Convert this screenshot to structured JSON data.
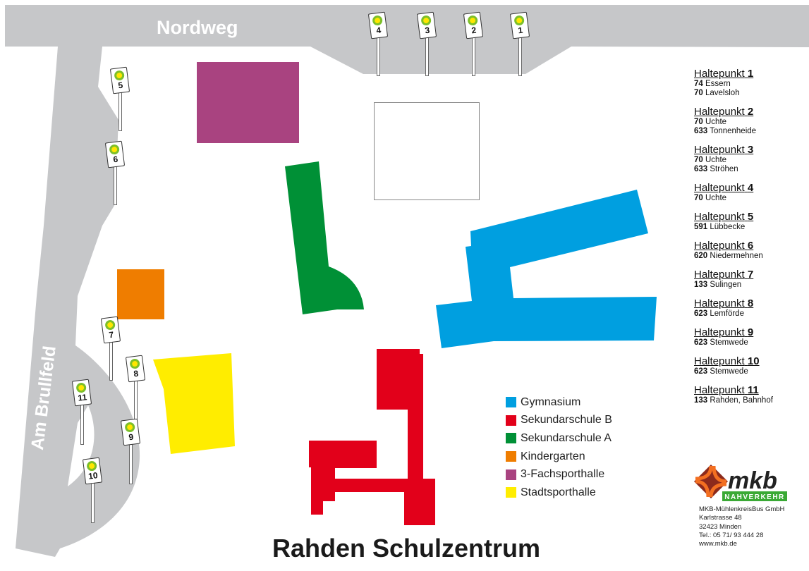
{
  "roads": {
    "north": "Nordweg",
    "west": "Am Brullfeld"
  },
  "colors": {
    "road": "#c6c7c9",
    "gymnasium": "#009fe0",
    "sekundarschule_b": "#e2001a",
    "sekundarschule_a": "#009036",
    "kindergarten": "#ef7d00",
    "sporthalle_3": "#a94380",
    "stadtsporthalle": "#ffed00",
    "stop_green": "#7cbf2a",
    "stop_yellow": "#ffe600"
  },
  "legend": [
    {
      "label": "Gymnasium",
      "color": "#009fe0"
    },
    {
      "label": "Sekundarschule B",
      "color": "#e2001a"
    },
    {
      "label": "Sekundarschule A",
      "color": "#009036"
    },
    {
      "label": "Kindergarten",
      "color": "#ef7d00"
    },
    {
      "label": "3-Fachsporthalle",
      "color": "#a94380"
    },
    {
      "label": "Stadtsporthalle",
      "color": "#ffed00"
    }
  ],
  "stops": [
    {
      "title": "Haltepunkt",
      "num": "1",
      "routes": [
        {
          "line": "74",
          "dest": "Essern"
        },
        {
          "line": "70",
          "dest": "Lavelsloh"
        }
      ]
    },
    {
      "title": "Haltepunkt",
      "num": "2",
      "routes": [
        {
          "line": "70",
          "dest": "Uchte"
        },
        {
          "line": "633",
          "dest": "Tonnenheide"
        }
      ]
    },
    {
      "title": "Haltepunkt",
      "num": "3",
      "routes": [
        {
          "line": "70",
          "dest": "Uchte"
        },
        {
          "line": "633",
          "dest": "Ströhen"
        }
      ]
    },
    {
      "title": "Haltepunkt",
      "num": "4",
      "routes": [
        {
          "line": "70",
          "dest": "Uchte"
        }
      ]
    },
    {
      "title": "Haltepunkt",
      "num": "5",
      "routes": [
        {
          "line": "591",
          "dest": "Lübbecke"
        }
      ]
    },
    {
      "title": "Haltepunkt",
      "num": "6",
      "routes": [
        {
          "line": "620",
          "dest": "Niedermehnen"
        }
      ]
    },
    {
      "title": "Haltepunkt",
      "num": "7",
      "routes": [
        {
          "line": "133",
          "dest": "Sulingen"
        }
      ]
    },
    {
      "title": "Haltepunkt",
      "num": "8",
      "routes": [
        {
          "line": "623",
          "dest": "Lemförde"
        }
      ]
    },
    {
      "title": "Haltepunkt",
      "num": "9",
      "routes": [
        {
          "line": "623",
          "dest": "Stemwede"
        }
      ]
    },
    {
      "title": "Haltepunkt",
      "num": "10",
      "routes": [
        {
          "line": "623",
          "dest": "Stemwede"
        }
      ]
    },
    {
      "title": "Haltepunkt",
      "num": "11",
      "routes": [
        {
          "line": "133",
          "dest": "Rahden, Bahnhof"
        }
      ]
    }
  ],
  "title": "Rahden Schulzentrum",
  "logo": {
    "name": "mkb",
    "tagline": "NAHVERKEHR"
  },
  "company": [
    "MKB-MühlenkreisBus GmbH",
    "Karlstrasse 48",
    "32423 Minden",
    "Tel.: 05 71/ 93 444 28",
    "www.mkb.de"
  ]
}
